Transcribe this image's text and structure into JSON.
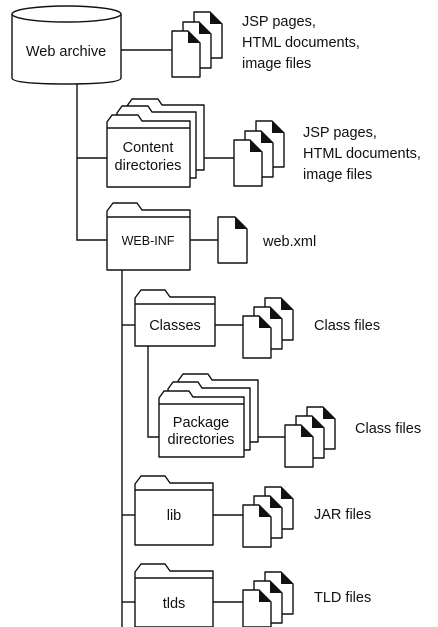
{
  "nodes": {
    "web_archive": "Web archive",
    "content_directories": [
      "Content",
      "directories"
    ],
    "web_inf": "WEB-INF",
    "classes": "Classes",
    "package_directories": [
      "Package",
      "directories"
    ],
    "lib": "lib",
    "tlds": "tlds"
  },
  "files": {
    "archive_files": [
      "JSP pages,",
      "HTML documents,",
      "image files"
    ],
    "content_files": [
      "JSP pages,",
      "HTML documents,",
      "image files"
    ],
    "web_xml": "web.xml",
    "classes_files": "Class files",
    "package_files": "Class files",
    "lib_files": "JAR files",
    "tlds_files": "TLD files"
  }
}
